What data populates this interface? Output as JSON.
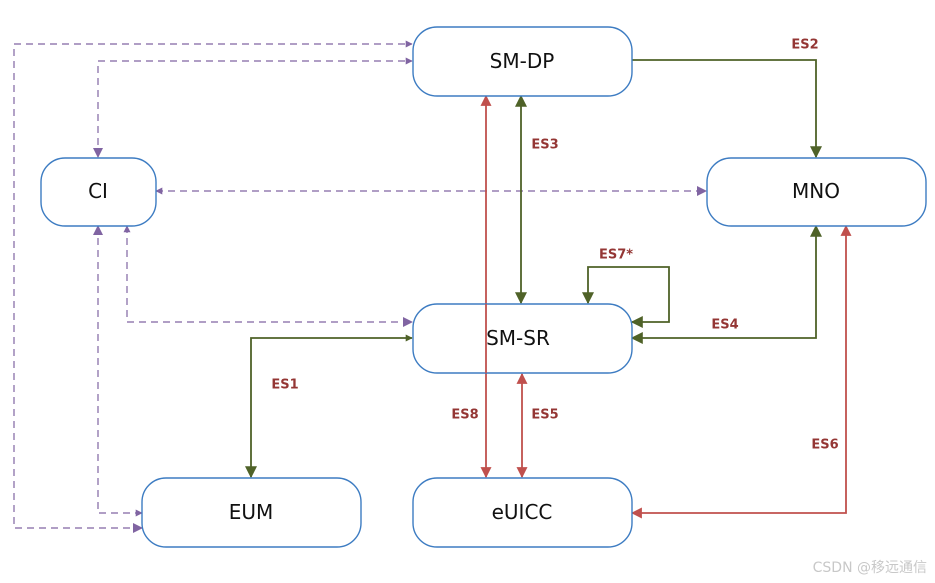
{
  "diagram": {
    "title": "",
    "colors": {
      "node_border": "#3d7cc2",
      "green_interface": "#4f6228",
      "red_interface": "#c0504d",
      "purple_dashed": "#8064a2",
      "label_text": "#943634"
    },
    "nodes": [
      {
        "id": "smdp",
        "label": "SM-DP"
      },
      {
        "id": "ci",
        "label": "CI"
      },
      {
        "id": "mno",
        "label": "MNO"
      },
      {
        "id": "smsr",
        "label": "SM-SR"
      },
      {
        "id": "eum",
        "label": "EUM"
      },
      {
        "id": "euicc",
        "label": "eUICC"
      }
    ],
    "interfaces": [
      {
        "id": "es1",
        "label": "ES1",
        "from": "EUM",
        "to": "SM-SR",
        "style": "green",
        "direction": "bidirectional"
      },
      {
        "id": "es2",
        "label": "ES2",
        "from": "SM-DP",
        "to": "MNO",
        "style": "green",
        "direction": "to"
      },
      {
        "id": "es3",
        "label": "ES3",
        "from": "SM-DP",
        "to": "SM-SR",
        "style": "green",
        "direction": "bidirectional"
      },
      {
        "id": "es4",
        "label": "ES4",
        "from": "MNO",
        "to": "SM-SR",
        "style": "green",
        "direction": "bidirectional"
      },
      {
        "id": "es5",
        "label": "ES5",
        "from": "SM-SR",
        "to": "eUICC",
        "style": "red",
        "direction": "bidirectional"
      },
      {
        "id": "es6",
        "label": "ES6",
        "from": "MNO",
        "to": "eUICC",
        "style": "red",
        "direction": "bidirectional"
      },
      {
        "id": "es7",
        "label": "ES7*",
        "from": "SM-SR",
        "to": "SM-SR",
        "style": "green",
        "direction": "loop"
      },
      {
        "id": "es8",
        "label": "ES8",
        "from": "SM-DP",
        "to": "eUICC",
        "style": "red",
        "direction": "bidirectional"
      }
    ],
    "certificate_links": [
      {
        "from": "CI",
        "to": "SM-DP",
        "style": "dashed"
      },
      {
        "from": "CI",
        "to": "MNO",
        "style": "dashed"
      },
      {
        "from": "CI",
        "to": "SM-SR",
        "style": "dashed"
      },
      {
        "from": "CI",
        "to": "EUM",
        "style": "dashed"
      },
      {
        "from": "EUM",
        "to": "SM-DP",
        "style": "dashed"
      }
    ]
  },
  "watermark": "CSDN @移远通信"
}
